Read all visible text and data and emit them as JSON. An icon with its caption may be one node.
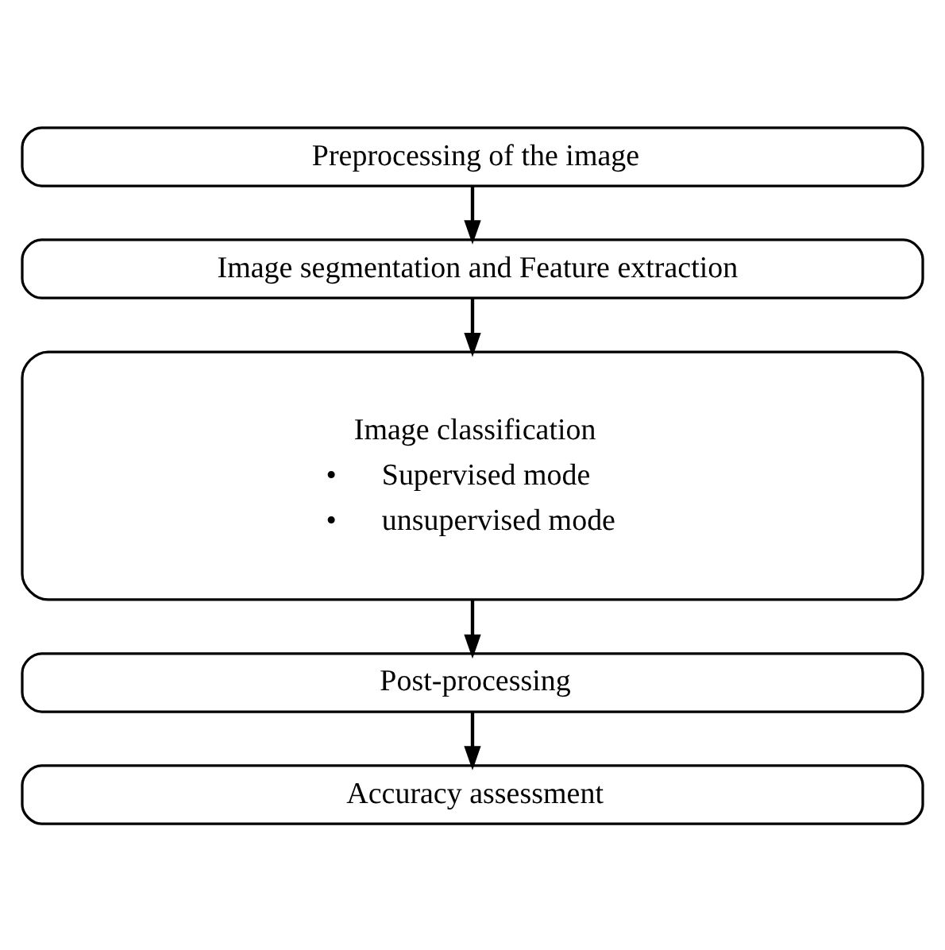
{
  "diagram": {
    "nodes": [
      {
        "text": [
          "Preprocessing of the image"
        ]
      },
      {
        "text": [
          "Image segmentation and Feature extraction"
        ]
      },
      {
        "text": [
          "Image classification",
          "•      Supervised mode",
          "•      unsupervised mode"
        ]
      },
      {
        "text": [
          "Post-processing"
        ]
      },
      {
        "text": [
          "Accuracy assessment"
        ]
      }
    ],
    "edges": [
      {
        "from": 0,
        "to": 1,
        "arrow": "to"
      },
      {
        "from": 1,
        "to": 2,
        "arrow": "to"
      },
      {
        "from": 2,
        "to": 3,
        "arrow": "to"
      },
      {
        "from": 3,
        "to": 4,
        "arrow": "to"
      }
    ]
  }
}
